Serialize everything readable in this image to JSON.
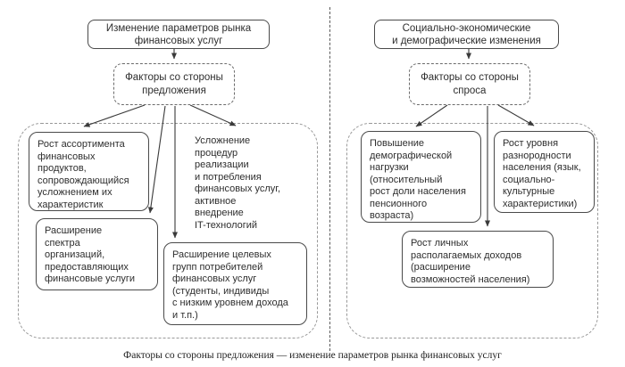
{
  "colors": {
    "background": "#ffffff",
    "box_border": "#4a4a4a",
    "dashed_border": "#999999",
    "text": "#2e2e2e",
    "arrow": "#3a3a3a"
  },
  "left": {
    "root_box": "Изменение параметров рынка\nфинансовых услуг",
    "factor_box": "Факторы со стороны\nпредложения",
    "items": {
      "assortment": "Рост ассортимента\nфинансовых\nпродуктов,\nсопровождающийся\nусложнением их\nхарактеристик",
      "spectrum": "Расширение\nспектра\nорганизаций,\nпредоставляющих\nфинансовые услуги",
      "complexity": "Усложнение\nпроцедур\nреализации\nи потребления\nфинансовых услуг,\nактивное\nвнедрение\nIT-технологий",
      "target_groups": "Расширение целевых\nгрупп потребителей\nфинансовых услуг\n(студенты, индивиды\nс низким уровнем дохода\nи т.п.)"
    }
  },
  "right": {
    "root_box": "Социально-экономические\nи демографические изменения",
    "factor_box": "Факторы со стороны\nспроса",
    "items": {
      "demographic_load": "Повышение\nдемографической\nнагрузки\n(относительный\nрост доли населения\nпенсионного\nвозраста)",
      "heterogeneity": "Рост уровня\nразнородности\nнаселения (язык,\nсоциально-\nкультурные\nхарактеристики)",
      "income": "Рост личных\nрасполагаемых доходов\n(расширение\nвозможностей населения)"
    }
  },
  "caption": "Факторы со стороны предложения — изменение параметров рынка финансовых услуг"
}
